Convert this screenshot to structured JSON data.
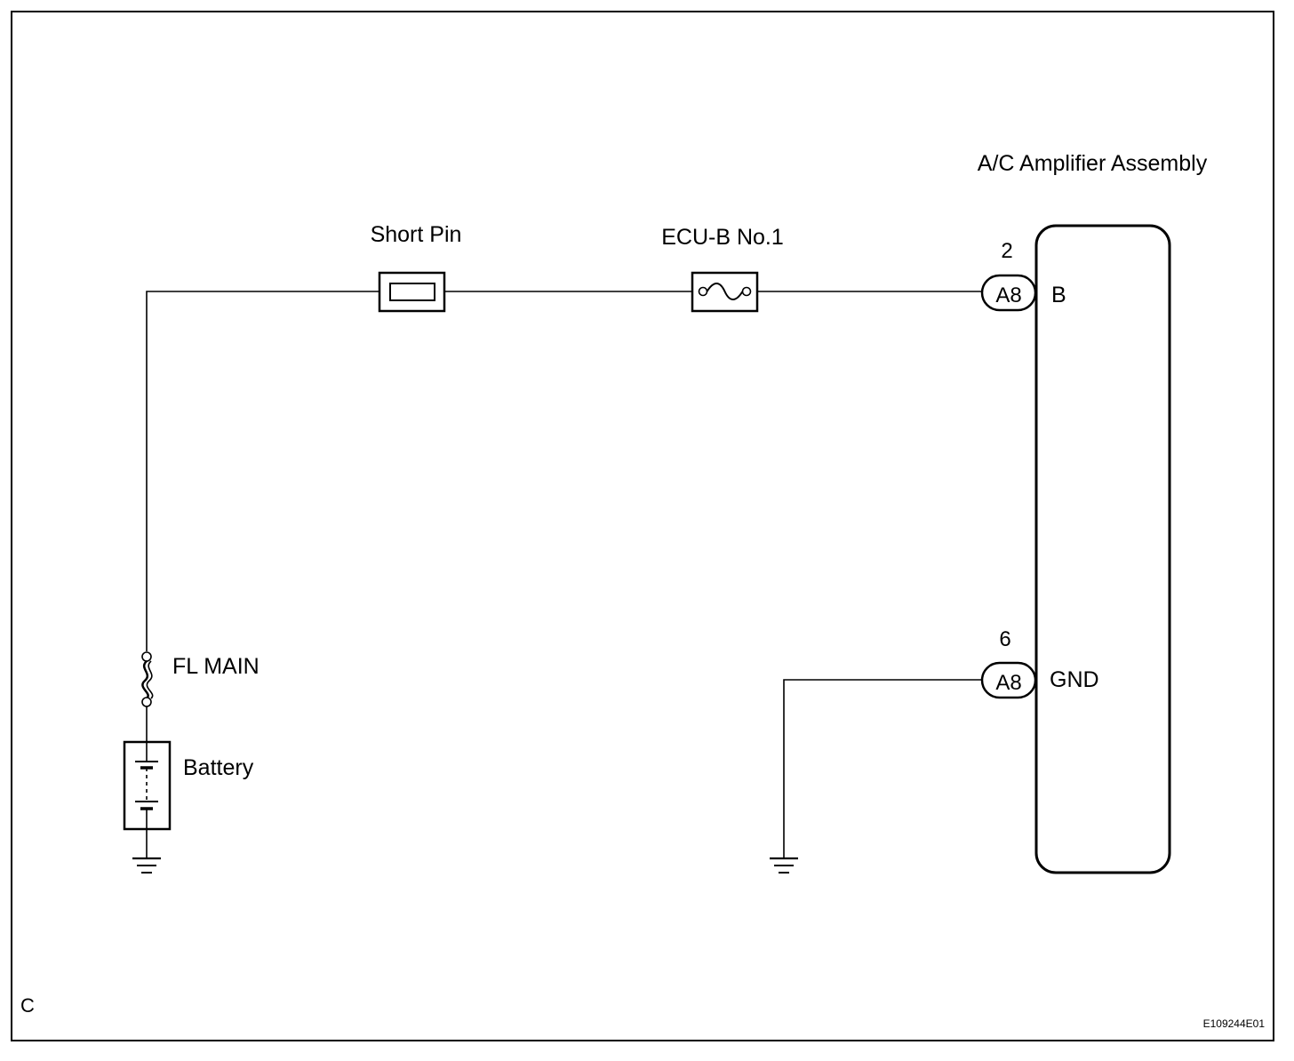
{
  "labels": {
    "amplifier": "A/C Amplifier Assembly",
    "short_pin": "Short Pin",
    "ecu_fuse": "ECU-B No.1",
    "fl_main": "FL MAIN",
    "battery": "Battery",
    "corner_letter": "C",
    "figure_code": "E109244E01"
  },
  "connectors": {
    "top": {
      "pin": "2",
      "name": "A8",
      "terminal": "B"
    },
    "bottom": {
      "pin": "6",
      "name": "A8",
      "terminal": "GND"
    }
  }
}
